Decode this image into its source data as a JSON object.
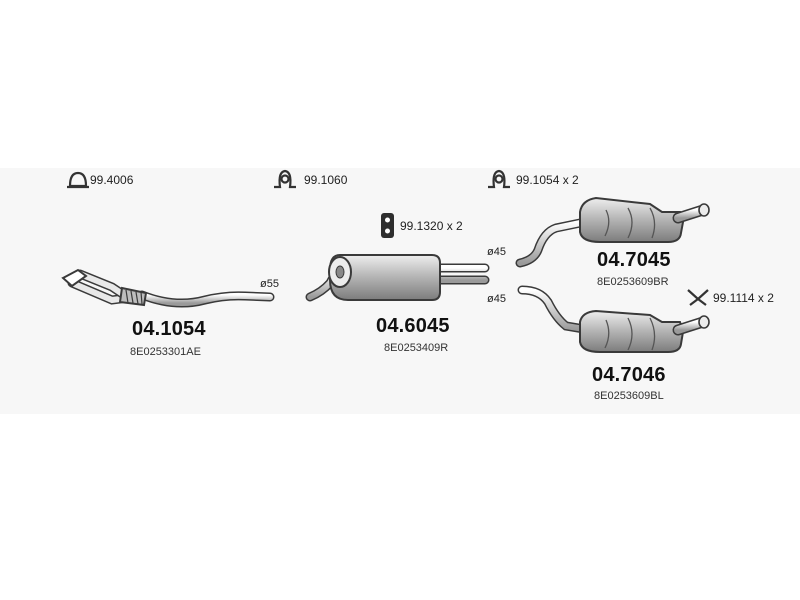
{
  "hardware": [
    {
      "id": "clamp-ring",
      "label": "99.4006"
    },
    {
      "id": "hanger-omega",
      "label": "99.1060"
    },
    {
      "id": "hanger-omega-2",
      "label": "99.1054 x 2"
    },
    {
      "id": "rubber-mount",
      "label": "99.1320 x 2"
    },
    {
      "id": "bracket-v",
      "label": "99.1114 x 2"
    }
  ],
  "parts": [
    {
      "id": "front-pipe",
      "part_no": "04.1054",
      "oe_no": "8E0253301AE",
      "diameter": "ø55"
    },
    {
      "id": "center-muffler",
      "part_no": "04.6045",
      "oe_no": "8E0253409R"
    },
    {
      "id": "rear-right",
      "part_no": "04.7045",
      "oe_no": "8E0253609BR",
      "diameter": "ø45"
    },
    {
      "id": "rear-left",
      "part_no": "04.7046",
      "oe_no": "8E0253609BL",
      "diameter": "ø45"
    }
  ],
  "colors": {
    "outline": "#3a3a3a",
    "body_light": "#d4d4d4",
    "body_dark": "#8d8d8d",
    "band": "#f7f7f7"
  }
}
